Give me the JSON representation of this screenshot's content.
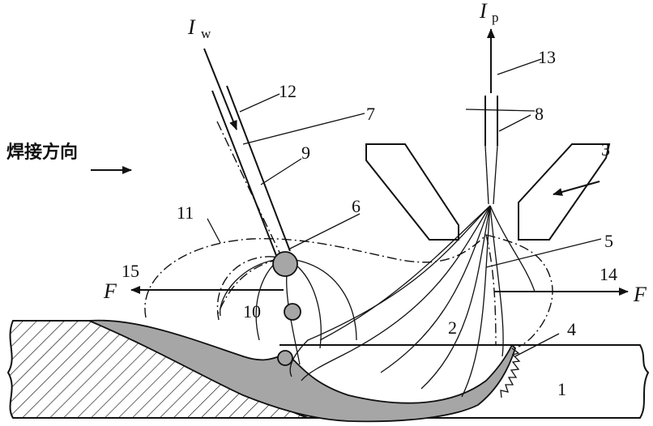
{
  "labels": {
    "Iw": "I",
    "Iw_sub": "w",
    "Ip": "I",
    "Ip_sub": "p",
    "F_left": "F",
    "F_right": "F",
    "direction": "焊接方向",
    "n1": "1",
    "n2": "2",
    "n3": "3",
    "n4": "4",
    "n5": "5",
    "n6": "6",
    "n7": "7",
    "n8": "8",
    "n9": "9",
    "n10": "10",
    "n11": "11",
    "n12": "12",
    "n13": "13",
    "n14": "14",
    "n15": "15"
  },
  "colors": {
    "line": "#111111",
    "weld_pool": "#a6a6a6",
    "background": "#ffffff"
  }
}
